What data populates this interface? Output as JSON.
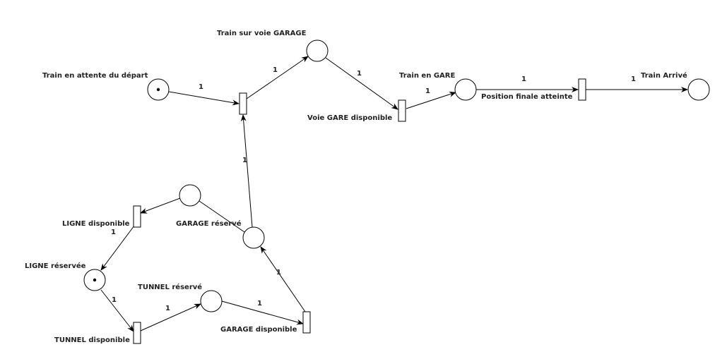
{
  "diagram": {
    "type": "petri-net",
    "places": [
      {
        "id": "p_attente",
        "label": "Train en attente du départ",
        "tokens": 1
      },
      {
        "id": "p_voie_garage",
        "label": "Train sur voie GARAGE",
        "tokens": 0
      },
      {
        "id": "p_gare",
        "label": "Train en GARE",
        "tokens": 0
      },
      {
        "id": "p_arrive",
        "label": "Train Arrivé",
        "tokens": 0
      },
      {
        "id": "p_mid",
        "label": "",
        "tokens": 0
      },
      {
        "id": "p_garage_reserve",
        "label": "GARAGE réservé",
        "tokens": 0
      },
      {
        "id": "p_ligne_reservee",
        "label": "LIGNE réservée",
        "tokens": 1
      },
      {
        "id": "p_tunnel_reserve",
        "label": "TUNNEL réservé",
        "tokens": 0
      }
    ],
    "transitions": [
      {
        "id": "t_depart",
        "label": ""
      },
      {
        "id": "t_voie_gare",
        "label": "Voie GARE disponible"
      },
      {
        "id": "t_final",
        "label": "Position finale atteinte"
      },
      {
        "id": "t_ligne",
        "label": "LIGNE disponible"
      },
      {
        "id": "t_tunnel",
        "label": "TUNNEL disponible"
      },
      {
        "id": "t_garage",
        "label": "GARAGE disponible"
      }
    ],
    "arcs": [
      {
        "from": "p_attente",
        "to": "t_depart",
        "weight": "1"
      },
      {
        "from": "t_depart",
        "to": "p_voie_garage",
        "weight": "1"
      },
      {
        "from": "p_voie_garage",
        "to": "t_voie_gare",
        "weight": "1"
      },
      {
        "from": "t_voie_gare",
        "to": "p_gare",
        "weight": "1"
      },
      {
        "from": "p_gare",
        "to": "t_final",
        "weight": "1"
      },
      {
        "from": "t_final",
        "to": "p_arrive",
        "weight": "1"
      },
      {
        "from": "p_mid",
        "to": "t_ligne",
        "weight": ""
      },
      {
        "from": "t_ligne",
        "to": "p_ligne_reservee",
        "weight": "1"
      },
      {
        "from": "p_ligne_reservee",
        "to": "t_tunnel",
        "weight": "1"
      },
      {
        "from": "t_tunnel",
        "to": "p_tunnel_reserve",
        "weight": "1"
      },
      {
        "from": "p_tunnel_reserve",
        "to": "t_garage",
        "weight": "1"
      },
      {
        "from": "t_garage",
        "to": "p_garage_reserve",
        "weight": "1"
      },
      {
        "from": "p_garage_reserve",
        "to": "t_depart",
        "weight": "1"
      },
      {
        "from": "p_mid",
        "to": "p_garage_reserve",
        "weight": ""
      }
    ]
  }
}
